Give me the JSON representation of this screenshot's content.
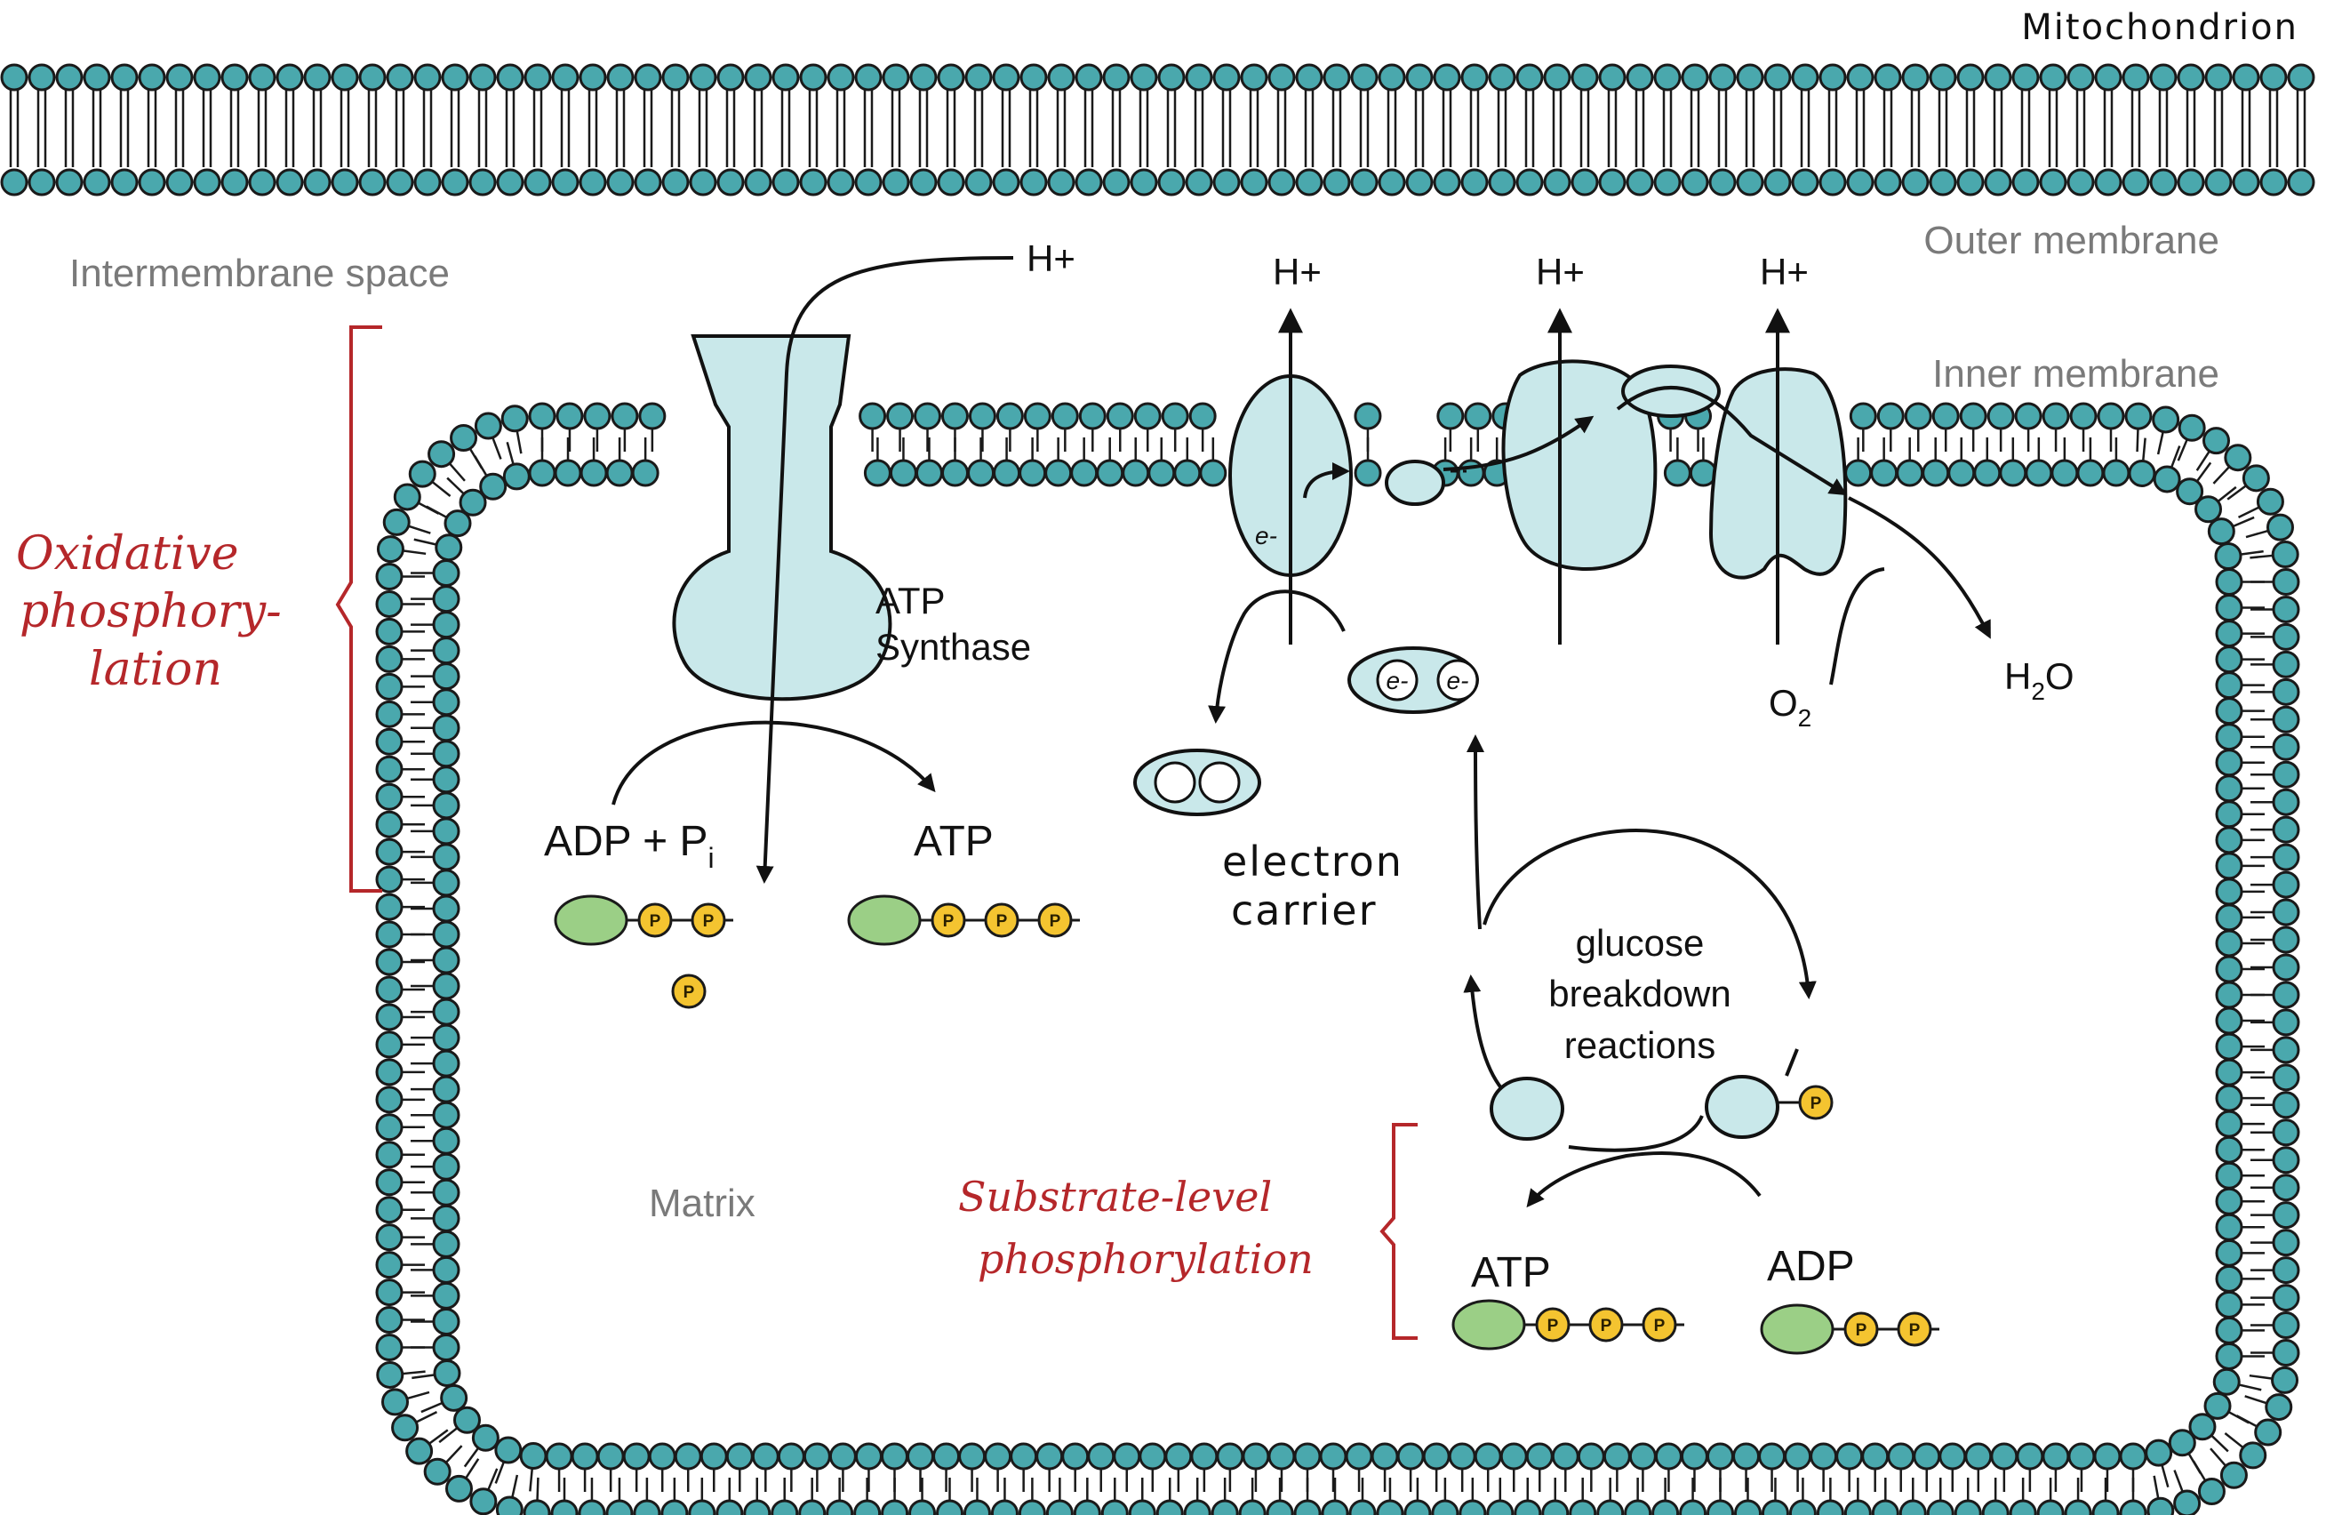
{
  "title": "Mitochondrion",
  "labels": {
    "outer_membrane": "Outer membrane",
    "inner_membrane": "Inner membrane",
    "intermembrane_space": "Intermembrane space",
    "matrix": "Matrix",
    "atp_synthase_line1": "ATP",
    "atp_synthase_line2": "Synthase",
    "oxidative_line1": "Oxidative",
    "oxidative_line2": "phosphory-",
    "oxidative_line3": "lation",
    "substrate_line1": "Substrate-level",
    "substrate_line2": "phosphorylation",
    "electron_carrier_line1": "electron",
    "electron_carrier_line2": "carrier",
    "glucose_line1": "glucose",
    "glucose_line2": "breakdown",
    "glucose_line3": "reactions",
    "h_plus": "H+",
    "e_minus": "e-",
    "adp_pi_prefix": "ADP + P",
    "adp_pi_sub": "i",
    "atp": "ATP",
    "adp": "ADP",
    "o2_main": "O",
    "o2_sub": "2",
    "h2o_h": "H",
    "h2o_sub": "2",
    "h2o_o": "O",
    "phosphate": "P"
  },
  "colors": {
    "lipid_head": "#4aa8ad",
    "lipid_stroke": "#1a1a1a",
    "protein_fill": "#c9e8ea",
    "adenosine_fill": "#9bcf86",
    "phosphate_fill": "#f4c430",
    "red_annotation": "#b5272a",
    "gray_label": "#7a7a7a"
  }
}
